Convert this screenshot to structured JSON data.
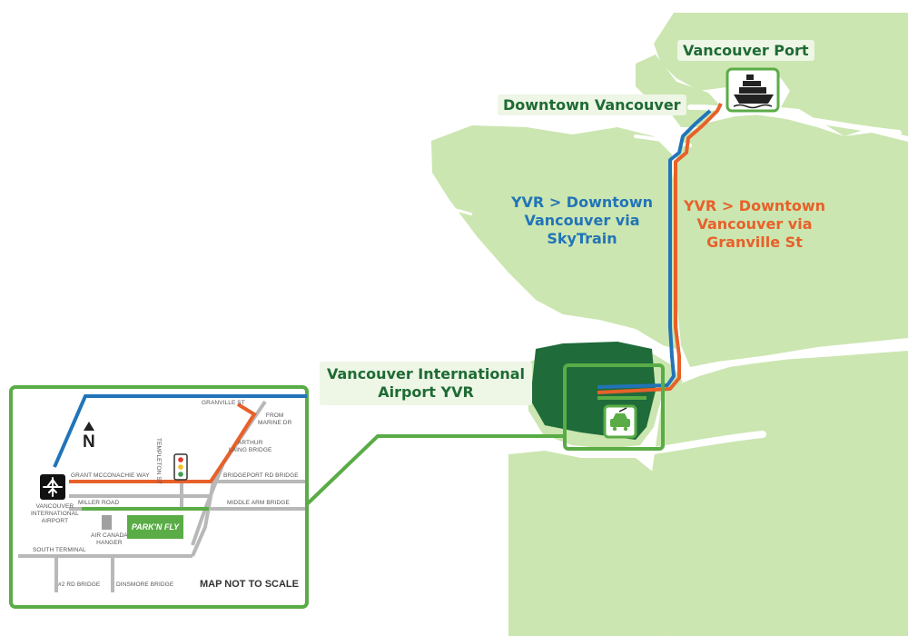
{
  "labels": {
    "port": "Vancouver Port",
    "downtown": "Downtown Vancouver",
    "airport_line1": "Vancouver International",
    "airport_line2": "Airport YVR",
    "skytrain_line1": "YVR > Downtown",
    "skytrain_line2": "Vancouver via",
    "skytrain_line3": "SkyTrain",
    "granville_line1": "YVR > Downtown",
    "granville_line2": "Vancouver via",
    "granville_line3": "Granville St"
  },
  "inset": {
    "north": "N",
    "granville_st": "GRANVILLE ST",
    "templeton_st": "TEMPLETON ST",
    "from_marine_dr_1": "FROM",
    "from_marine_dr_2": "MARINE DR",
    "arthur_1": "ARTHUR",
    "arthur_2": "LAING BRIDGE",
    "grant_mcconachie": "GRANT MCCONACHIE WAY",
    "bridgeport": "BRIDGEPORT RD BRIDGE",
    "miller_road": "MILLER ROAD",
    "middle_arm": "MIDDLE ARM BRIDGE",
    "airport_1": "VANCOUVER",
    "airport_2": "INTERNATIONAL",
    "airport_3": "AIRPORT",
    "air_canada_1": "AIR CANADA",
    "air_canada_2": "HANGER",
    "park_n_fly": "PARK'N FLY",
    "south_terminal": "SOUTH TERMINAL",
    "no2_rd_bridge": "#2 RD BRIDGE",
    "dinsmore_bridge": "DINSMORE BRIDGE",
    "not_to_scale": "MAP NOT TO SCALE"
  },
  "icons": {
    "port": "cruise-ship-icon",
    "parking": "car-charging-icon",
    "airport": "airplane-icon",
    "traffic_light": "traffic-light-icon",
    "north_arrow": "north-arrow-icon"
  },
  "colors": {
    "land": "#cbe6b0",
    "airport_area": "#1f6b3a",
    "border": "#5aac46",
    "skytrain": "#2274b8",
    "granville": "#e8602a",
    "parknfly": "#5aac46",
    "road": "#b8b8b8",
    "label_green": "#1e6b34"
  }
}
